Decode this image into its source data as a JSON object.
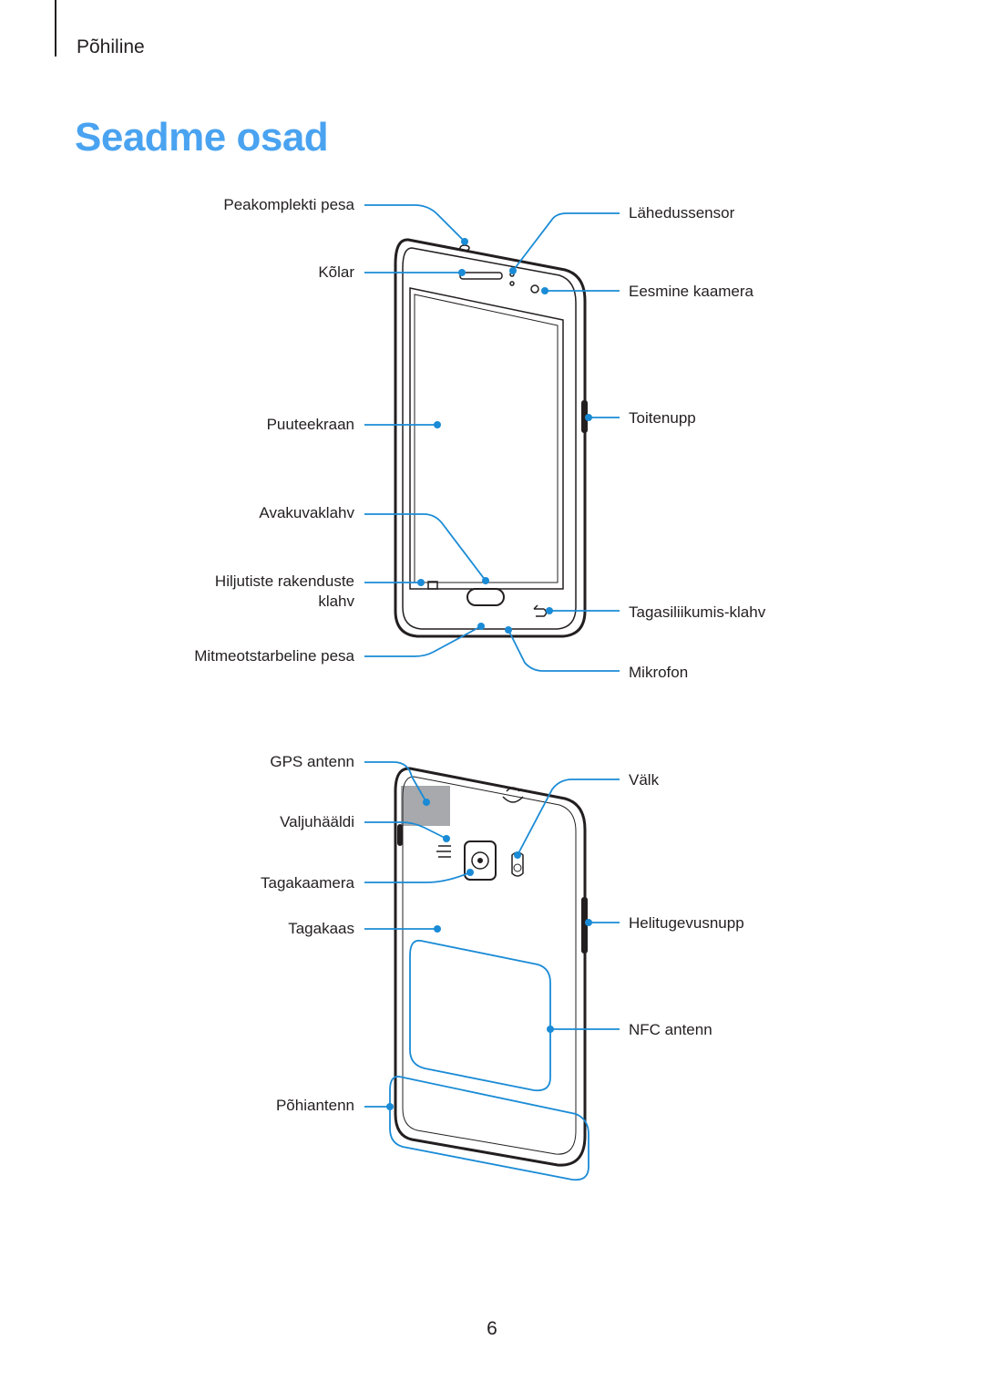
{
  "header": {
    "section": "Põhiline"
  },
  "title": "Seadme osad",
  "front": {
    "left_labels": [
      "Peakomplekti pesa",
      "Kõlar",
      "Puuteekraan",
      "Avakuvaklahv",
      "Hiljutiste rakenduste",
      "klahv",
      "Mitmeotstarbeline pesa"
    ],
    "right_labels": [
      "Lähedussensor",
      "Eesmine kaamera",
      "Toitenupp",
      "Tagasiliikumis-klahv",
      "Mikrofon"
    ]
  },
  "back": {
    "left_labels": [
      "GPS antenn",
      "Valjuhääldi",
      "Tagakaamera",
      "Tagakaas",
      "Põhiantenn"
    ],
    "right_labels": [
      "Välk",
      "Helitugevusnupp",
      "NFC antenn"
    ]
  },
  "colors": {
    "title": "#4aa3f0",
    "callout": "#1a8bd6",
    "outline": "#231f20"
  },
  "page_number": "6"
}
